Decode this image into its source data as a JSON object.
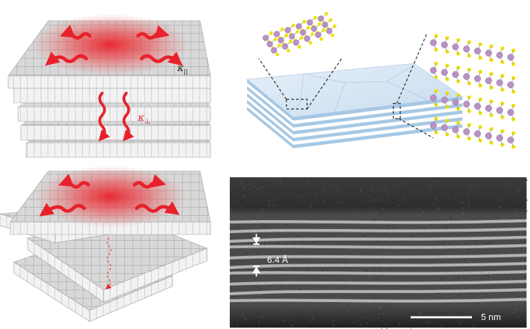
{
  "panels": {
    "aligned_stack": {
      "kappa_parallel": {
        "symbol": "κ",
        "subscript": "||"
      },
      "kappa_perp": {
        "symbol": "κ",
        "subscript": "⊥"
      }
    },
    "tem": {
      "spacing_label": "6.4 Å",
      "scalebar_label": "5 nm"
    }
  },
  "colors": {
    "heat": "#e8212b",
    "tile_top": "#d7d7d7",
    "tile_side": "#efefef",
    "substrate": "#cfe2f2",
    "atom_metal": "#b792c4",
    "atom_chalcogen": "#f0e200"
  }
}
